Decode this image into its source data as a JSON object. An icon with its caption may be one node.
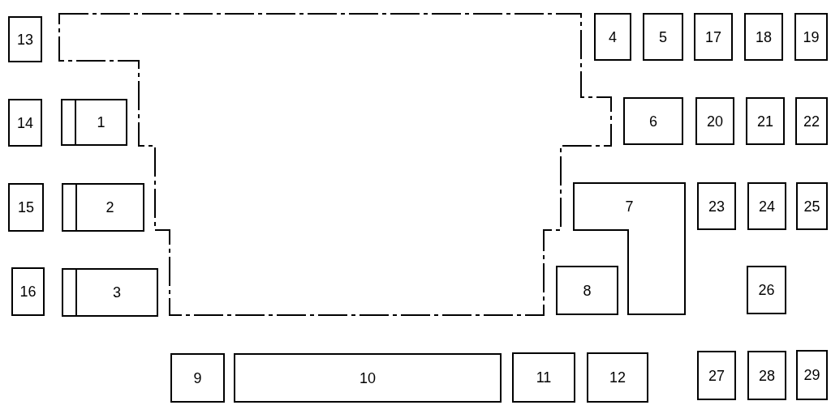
{
  "diagram": {
    "nodes": [
      {
        "text": [
          "1"
        ]
      },
      {
        "text": [
          "2"
        ]
      },
      {
        "text": [
          "3"
        ]
      },
      {
        "text": [
          "4"
        ]
      },
      {
        "text": [
          "5"
        ]
      },
      {
        "text": [
          "6"
        ]
      },
      {
        "text": [
          "7"
        ]
      },
      {
        "text": [
          "8"
        ]
      },
      {
        "text": [
          "9"
        ]
      },
      {
        "text": [
          "10"
        ]
      },
      {
        "text": [
          "11"
        ]
      },
      {
        "text": [
          "12"
        ]
      },
      {
        "text": [
          "13"
        ]
      },
      {
        "text": [
          "14"
        ]
      },
      {
        "text": [
          "15"
        ]
      },
      {
        "text": [
          "16"
        ]
      },
      {
        "text": [
          "17"
        ]
      },
      {
        "text": [
          "18"
        ]
      },
      {
        "text": [
          "19"
        ]
      },
      {
        "text": [
          "20"
        ]
      },
      {
        "text": [
          "21"
        ]
      },
      {
        "text": [
          "22"
        ]
      },
      {
        "text": [
          "23"
        ]
      },
      {
        "text": [
          "24"
        ]
      },
      {
        "text": [
          "25"
        ]
      },
      {
        "text": [
          "26"
        ]
      },
      {
        "text": [
          "27"
        ]
      },
      {
        "text": [
          "28"
        ]
      },
      {
        "text": [
          "29"
        ]
      }
    ],
    "edges": []
  }
}
